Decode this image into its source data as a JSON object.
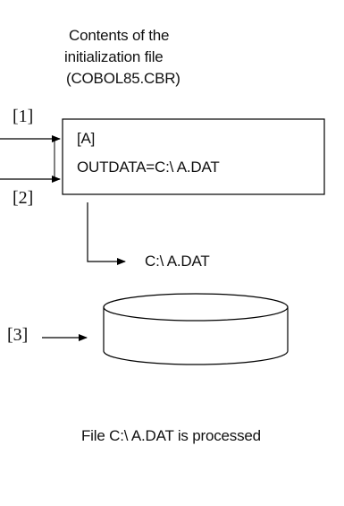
{
  "header": {
    "line1": "Contents of the",
    "line2": "initialization file",
    "line3": "(COBOL85.CBR)"
  },
  "labels": {
    "input1": "[1]",
    "input2": "[2]",
    "input3": "[3]"
  },
  "ini_box": {
    "section": "[A]",
    "entry": "OUTDATA=C:\\ A.DAT"
  },
  "resolved_path": "C:\\ A.DAT",
  "caption": "File C:\\ A.DAT is processed",
  "colors": {
    "stroke": "#000000",
    "text": "#111111"
  }
}
